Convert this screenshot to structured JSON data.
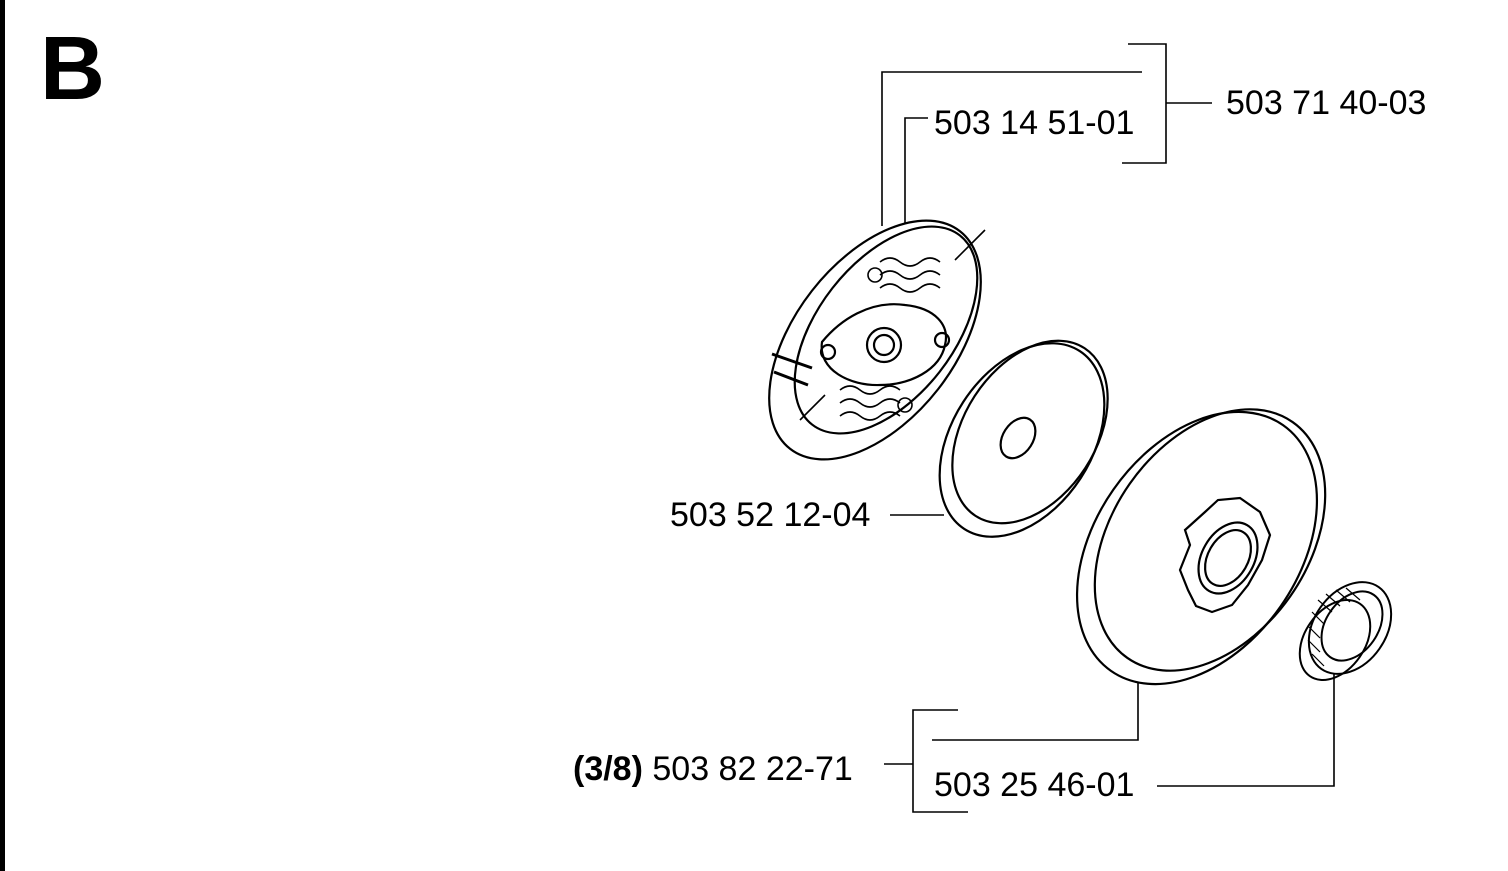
{
  "section": {
    "letter": "B"
  },
  "parts": {
    "clutch_assembly": "503 71 40-03",
    "clutch_spring": "503 14 51-01",
    "washer": "503 52 12-04",
    "drum_size": "(3/8)",
    "drum_number": "503 82 22-71",
    "needle_bearing": "503 25 46-01"
  }
}
